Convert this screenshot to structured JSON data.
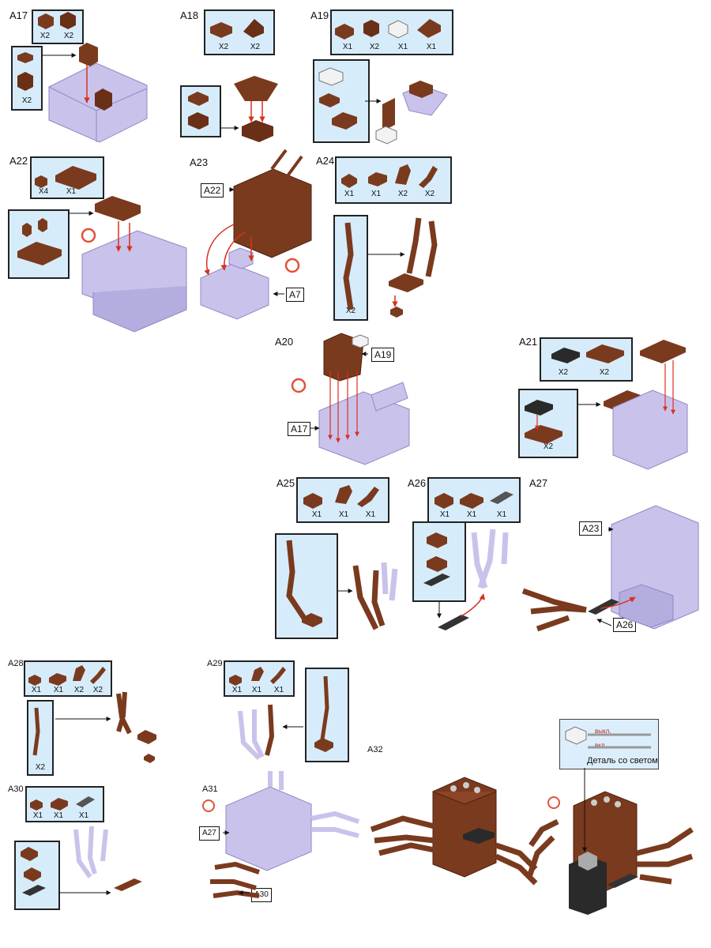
{
  "steps": {
    "a17": {
      "label": "A17",
      "qty": [
        "X2",
        "X2",
        "X2"
      ]
    },
    "a18": {
      "label": "A18",
      "qty": [
        "X2",
        "X2"
      ]
    },
    "a19": {
      "label": "A19",
      "qty": [
        "X1",
        "X2",
        "X1",
        "X1"
      ]
    },
    "a22": {
      "label": "A22",
      "qty": [
        "X4",
        "X1"
      ]
    },
    "a23": {
      "label": "A23",
      "callouts": [
        "A22",
        "A7"
      ]
    },
    "a24": {
      "label": "A24",
      "qty": [
        "X1",
        "X1",
        "X2",
        "X2",
        "X2"
      ]
    },
    "a20": {
      "label": "A20",
      "callouts": [
        "A19",
        "A17"
      ]
    },
    "a21": {
      "label": "A21",
      "qty": [
        "X2",
        "X2",
        "X2"
      ]
    },
    "a25": {
      "label": "A25",
      "qty": [
        "X1",
        "X1",
        "X1"
      ]
    },
    "a26": {
      "label": "A26",
      "qty": [
        "X1",
        "X1",
        "X1"
      ]
    },
    "a27": {
      "label": "A27",
      "callouts": [
        "A23",
        "A26"
      ]
    },
    "a28": {
      "label": "A28",
      "qty": [
        "X1",
        "X1",
        "X2",
        "X2",
        "X2"
      ]
    },
    "a29": {
      "label": "A29",
      "qty": [
        "X1",
        "X1",
        "X1"
      ]
    },
    "a30": {
      "label": "A30",
      "qty": [
        "X1",
        "X1",
        "X1"
      ]
    },
    "a31": {
      "label": "A31",
      "callouts": [
        "A27",
        "A30"
      ]
    },
    "a32": {
      "label": "A32",
      "light_on": "вкл.",
      "light_off": "выкл.",
      "light_caption": "Деталь со светом"
    }
  },
  "colors": {
    "brick_brown": "#7a3a1e",
    "brick_dark": "#4e2210",
    "brick_lavender": "#c9c3ec",
    "lavender_shadow": "#9e97cf",
    "panel_blue": "#d6ecfa",
    "arrow_red": "#d8311f",
    "rotate_icon": "#e0523a"
  }
}
